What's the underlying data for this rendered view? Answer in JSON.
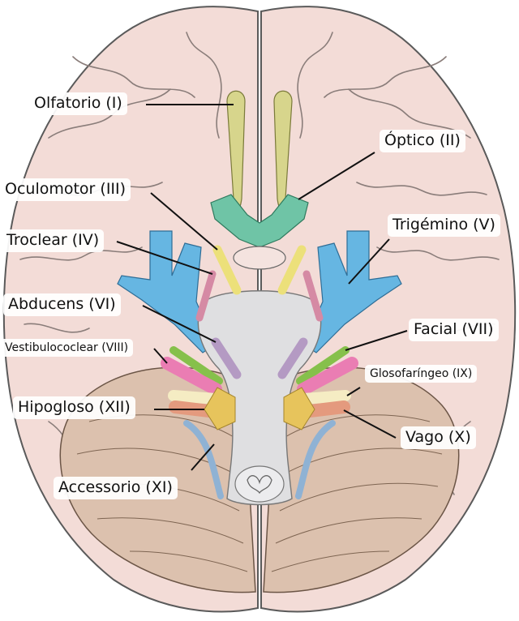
{
  "diagram": {
    "labels": {
      "olfatorio": "Olfatorio (I)",
      "optico": "Óptico (II)",
      "oculomotor": "Oculomotor (III)",
      "troclear": "Troclear (IV)",
      "trigemino": "Trigémino (V)",
      "abducens": "Abducens (VI)",
      "facial": "Facial (VII)",
      "vestibulococlear": "Vestibulococlear (VIII)",
      "glosofaringeo": "Glosofaríngeo (IX)",
      "vago": "Vago (X)",
      "accessorio": "Accessorio (XI)",
      "hipogloso": "Hipogloso (XII)"
    },
    "colors": {
      "cerebrum": "#f3dcd7",
      "cerebrum_outline": "#5a5a5a",
      "cerebellum": "#dcc1ae",
      "brainstem": "#dfdfe1",
      "olfactory": "#d7d58c",
      "optic": "#6fc4a6",
      "oculomotor": "#ece07a",
      "trochlear": "#d58aa4",
      "trigeminal": "#66b6e2",
      "abducens": "#b49ac3",
      "facial": "#86c04b",
      "vestibulocochlear": "#ea7db3",
      "glossopharyngeal": "#f5ecc3",
      "vagus": "#e49a7e",
      "accessory": "#8fb2d4",
      "hypoglossal": "#e7c45c"
    }
  }
}
